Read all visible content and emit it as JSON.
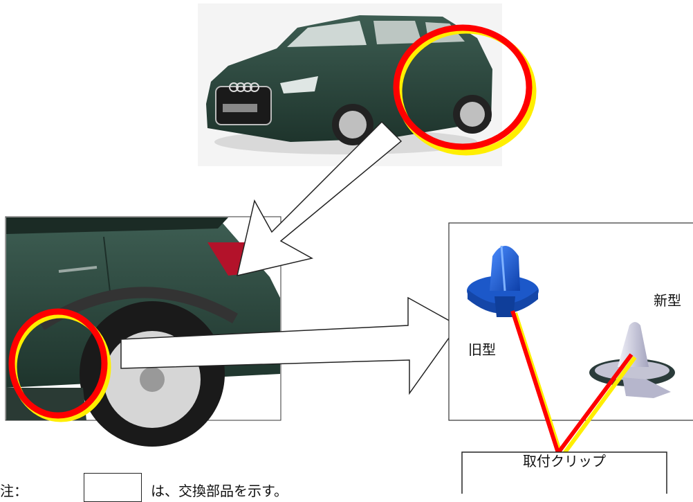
{
  "labels": {
    "old_type": "旧型",
    "new_type": "新型",
    "mounting_clip": "取付クリップ"
  },
  "note": {
    "prefix": "注：",
    "text": "は、交換部品を示す。"
  },
  "colors": {
    "car_body": "#2e4a40",
    "highlight_red": "#ff0000",
    "highlight_yellow": "#ffee00",
    "old_clip": "#1e5fd6",
    "new_clip": "#c9c9dd",
    "new_clip_ring": "#2a3b3a"
  },
  "icons": [
    "car-front-photo",
    "car-rear-closeup-photo",
    "old-clip-icon",
    "new-clip-icon"
  ]
}
